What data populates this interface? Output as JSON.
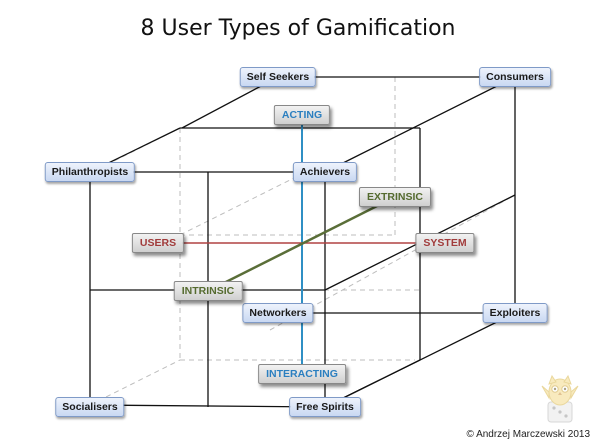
{
  "title": "8 User Types of Gamification",
  "user_types": {
    "self_seekers": "Self Seekers",
    "consumers": "Consumers",
    "philanthropists": "Philanthropists",
    "achievers": "Achievers",
    "networkers": "Networkers",
    "exploiters": "Exploiters",
    "socialisers": "Socialisers",
    "free_spirits": "Free Spirits"
  },
  "axes": {
    "acting": "ACTING",
    "interacting": "INTERACTING",
    "users": "USERS",
    "system": "SYSTEM",
    "extrinsic": "EXTRINSIC",
    "intrinsic": "INTRINSIC"
  },
  "colors": {
    "acting_interacting": "#2f8fc4",
    "users_system": "#b04242",
    "extrinsic_intrinsic": "#5a6e38",
    "acting_text": "#2b7fc0",
    "users_text": "#a13b3b",
    "extrinsic_text": "#556b2f"
  },
  "copyright": "© Andrzej Marczewski 2013",
  "logo_icon": "owl-on-dice-icon"
}
